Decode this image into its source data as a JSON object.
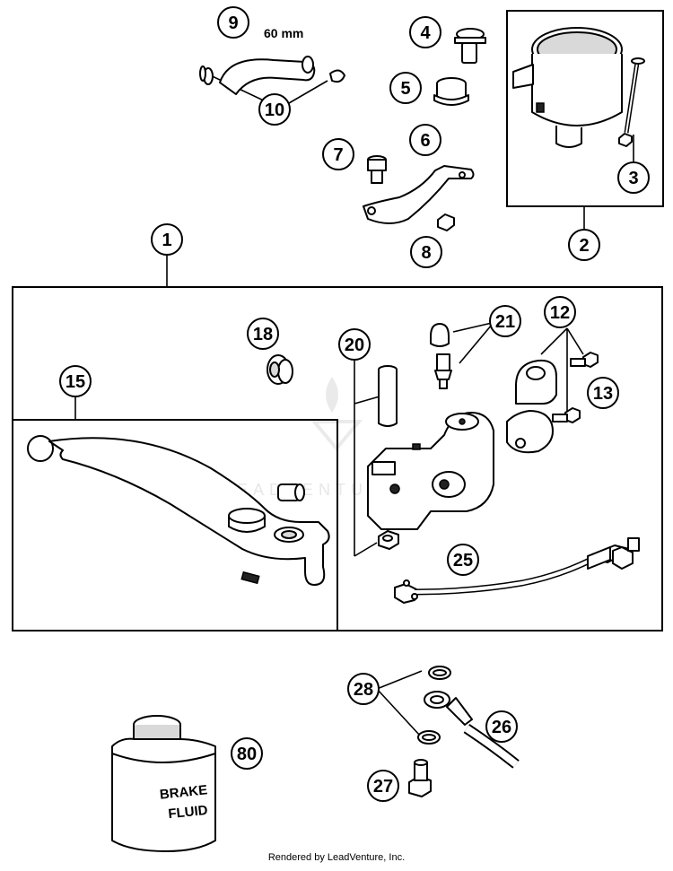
{
  "callouts": [
    {
      "id": "c1",
      "label": "1"
    },
    {
      "id": "c2",
      "label": "2"
    },
    {
      "id": "c3",
      "label": "3"
    },
    {
      "id": "c4",
      "label": "4"
    },
    {
      "id": "c5",
      "label": "5"
    },
    {
      "id": "c6",
      "label": "6"
    },
    {
      "id": "c7",
      "label": "7"
    },
    {
      "id": "c8",
      "label": "8"
    },
    {
      "id": "c9",
      "label": "9"
    },
    {
      "id": "c10",
      "label": "10"
    },
    {
      "id": "c12",
      "label": "12"
    },
    {
      "id": "c13",
      "label": "13"
    },
    {
      "id": "c15",
      "label": "15"
    },
    {
      "id": "c18",
      "label": "18"
    },
    {
      "id": "c20",
      "label": "20"
    },
    {
      "id": "c21",
      "label": "21"
    },
    {
      "id": "c25",
      "label": "25"
    },
    {
      "id": "c26",
      "label": "26"
    },
    {
      "id": "c27",
      "label": "27"
    },
    {
      "id": "c28",
      "label": "28"
    },
    {
      "id": "c80",
      "label": "80"
    }
  ],
  "dimension_label": "60 mm",
  "brake_fluid": {
    "line1": "BRAKE",
    "line2": "FLUID"
  },
  "watermark_text": "LEADVENTURE",
  "credit": "Rendered by LeadVenture, Inc."
}
